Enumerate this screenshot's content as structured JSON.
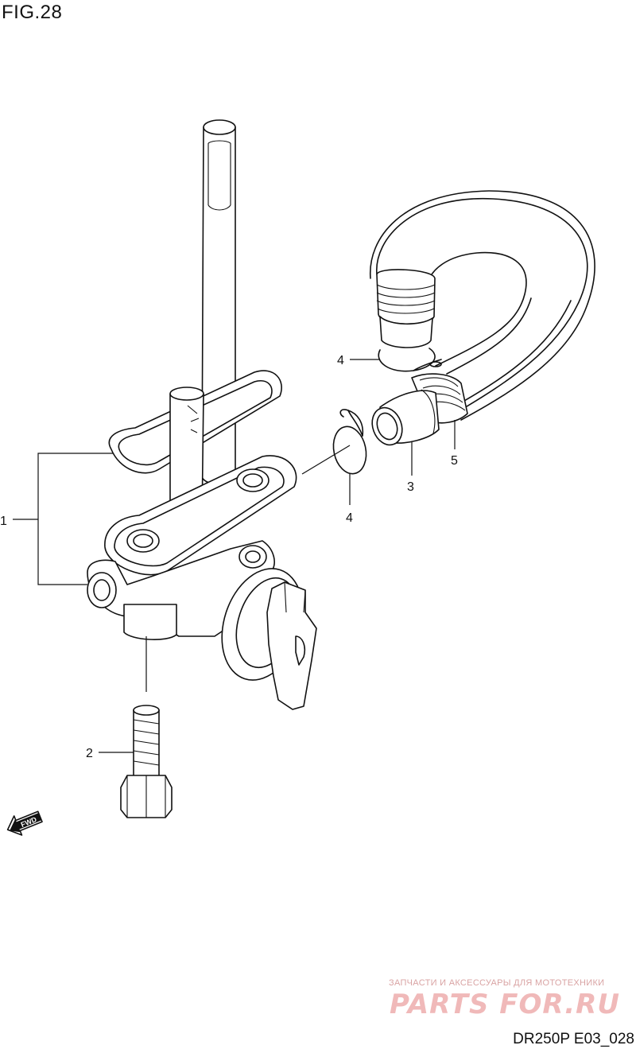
{
  "figure": {
    "title": "FIG.28",
    "code": "DR250P E03_028"
  },
  "callouts": [
    {
      "id": "callout-1",
      "text": "1"
    },
    {
      "id": "callout-2",
      "text": "2"
    },
    {
      "id": "callout-3",
      "text": "3"
    },
    {
      "id": "callout-4-top",
      "text": "4"
    },
    {
      "id": "callout-4-bottom",
      "text": "4"
    },
    {
      "id": "callout-5",
      "text": "5"
    }
  ],
  "direction_marker": {
    "text": "FWD",
    "icon": "forward-arrow-icon"
  },
  "watermark": {
    "tagline": "ЗАПЧАСТИ И АКСЕССУАРЫ ДЛЯ МОТОТЕХНИКИ",
    "brand": "PARTS FOR.RU",
    "color": "#f0b9b9"
  }
}
